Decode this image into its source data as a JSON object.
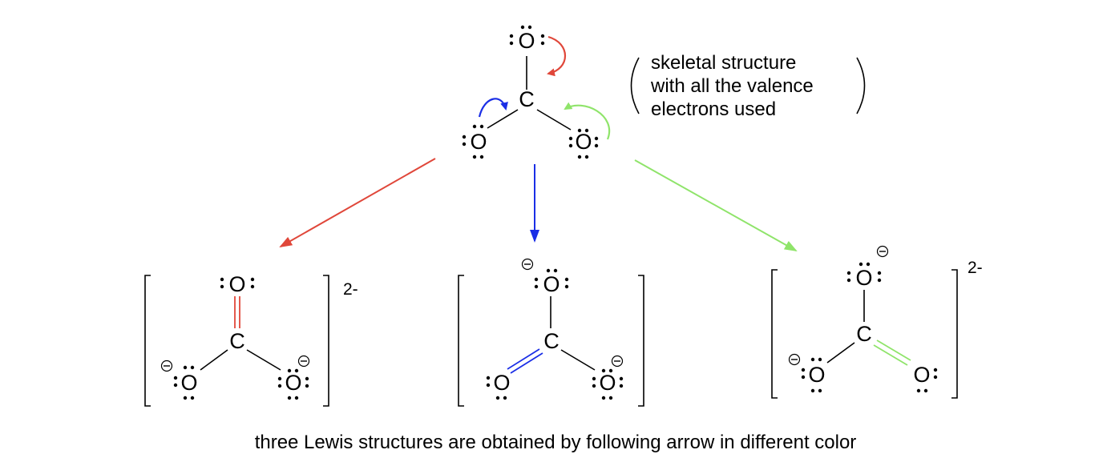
{
  "note": {
    "line1": "skeletal structure",
    "line2": "with all the valence",
    "line3": "electrons used"
  },
  "caption": "three Lewis structures are obtained by following arrow in different color",
  "atoms": {
    "oxygen": "O",
    "carbon": "C"
  },
  "charge": "2-",
  "colors": {
    "red": "#e0473a",
    "blue": "#1a2ee6",
    "green": "#8fe46a",
    "black": "#000000"
  }
}
